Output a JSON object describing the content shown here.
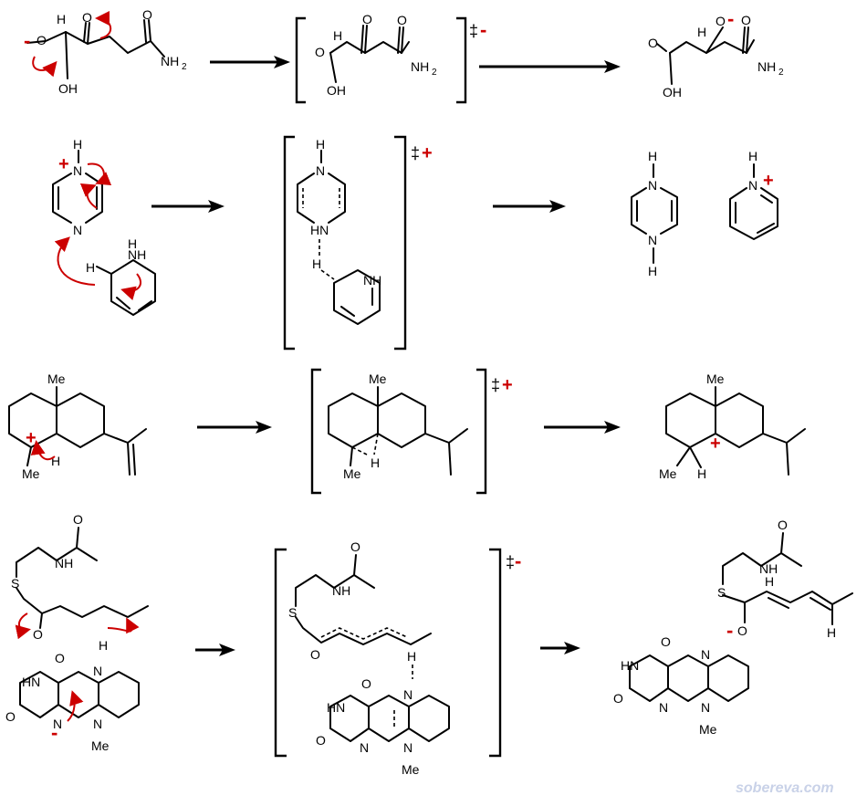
{
  "labels": {
    "NH2": "NH",
    "sub2": "2",
    "O": "O",
    "OH": "OH",
    "H": "H",
    "N": "N",
    "HN": "HN",
    "NH": "NH",
    "Me": "Me",
    "S": "S",
    "plus": "+",
    "minus": "-",
    "dagger": "‡"
  },
  "watermark": "sobereva.com",
  "colors": {
    "electron_arrow": "#cc0000",
    "charge": "#cc0000",
    "bond": "#000000",
    "watermark": "#c9d2e8"
  }
}
